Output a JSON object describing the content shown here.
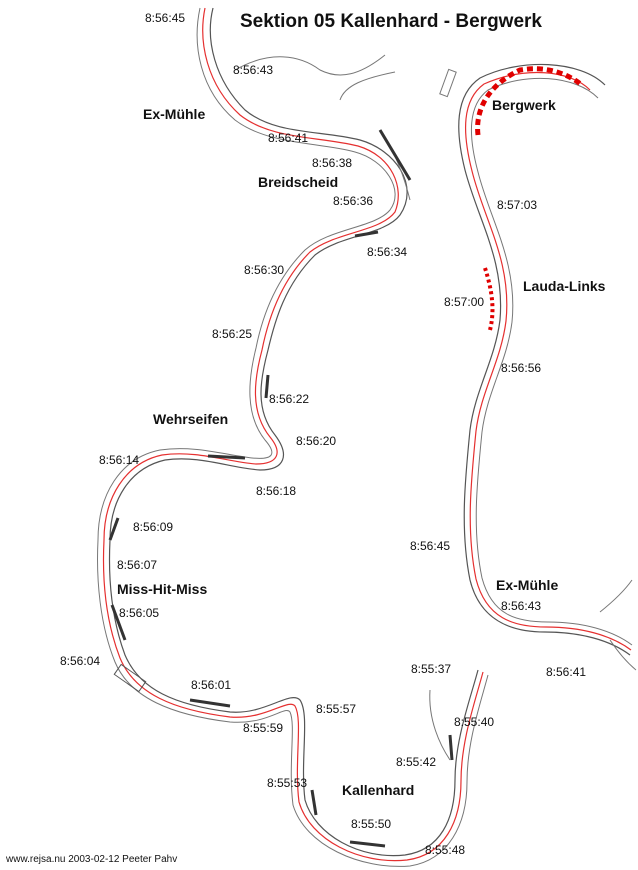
{
  "title": "Sektion 05 Kallenhard - Bergwerk",
  "credit": "www.rejsa.nu 2003-02-12 Peeter Pahv",
  "route_color": "#e53030",
  "track_color": "#555555",
  "place_names": {
    "ex_muehle_left": "Ex-Mühle",
    "breidscheid": "Breidscheid",
    "wehrseifen": "Wehrseifen",
    "miss_hit_miss": "Miss-Hit-Miss",
    "kallenhard": "Kallenhard",
    "bergwerk": "Bergwerk",
    "lauda_links": "Lauda-Links",
    "ex_muehle_right": "Ex-Mühle"
  },
  "timestamps": {
    "t_85645_top": "8:56:45",
    "t_85643_left": "8:56:43",
    "t_85641_left": "8:56:41",
    "t_85638": "8:56:38",
    "t_85636": "8:56:36",
    "t_85634": "8:56:34",
    "t_85630": "8:56:30",
    "t_85625": "8:56:25",
    "t_85622": "8:56:22",
    "t_85620": "8:56:20",
    "t_85618": "8:56:18",
    "t_85614": "8:56:14",
    "t_85609": "8:56:09",
    "t_85607": "8:56:07",
    "t_85605": "8:56:05",
    "t_85604": "8:56:04",
    "t_85601": "8:56:01",
    "t_85559": "8:55:59",
    "t_85557": "8:55:57",
    "t_85553": "8:55:53",
    "t_85550": "8:55:50",
    "t_85548": "8:55:48",
    "t_85542": "8:55:42",
    "t_85540": "8:55:40",
    "t_85537": "8:55:37",
    "t_85703": "8:57:03",
    "t_85700": "8:57:00",
    "t_85656": "8:56:56",
    "t_85645_right": "8:56:45",
    "t_85643_right": "8:56:43",
    "t_85641_right": "8:56:41"
  }
}
